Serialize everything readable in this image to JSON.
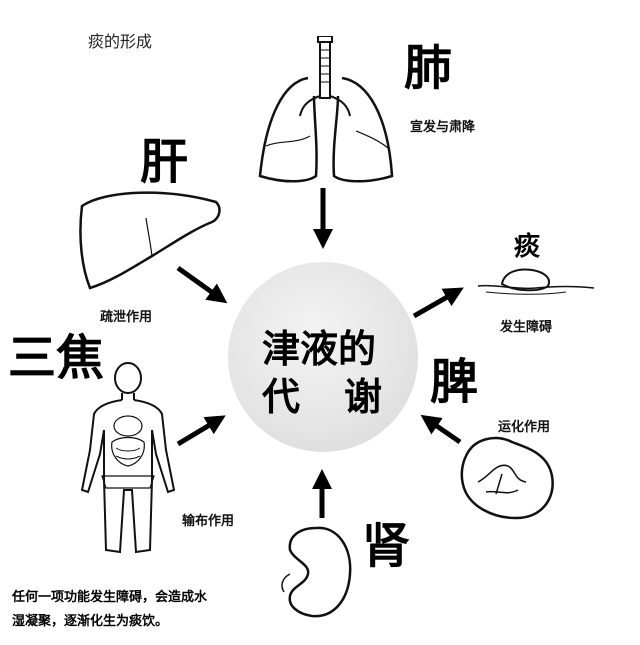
{
  "title": "痰的形成",
  "center": {
    "line1": "津液的",
    "line2_left": "代",
    "line2_right": "谢"
  },
  "organs": {
    "lung": {
      "name": "肺",
      "function": "宣发与肃降"
    },
    "liver": {
      "name": "肝",
      "function": "疏泄作用"
    },
    "sanjiao": {
      "name": "三焦",
      "function": "输布作用"
    },
    "kidney": {
      "name": "肾"
    },
    "spleen": {
      "name": "脾",
      "function": "运化作用"
    },
    "phlegm": {
      "name": "痰",
      "function": "发生障碍"
    }
  },
  "note": {
    "line1": "任何一项功能发生障碍，会造成水",
    "line2": "湿凝聚，逐渐化生为痰饮。"
  }
}
